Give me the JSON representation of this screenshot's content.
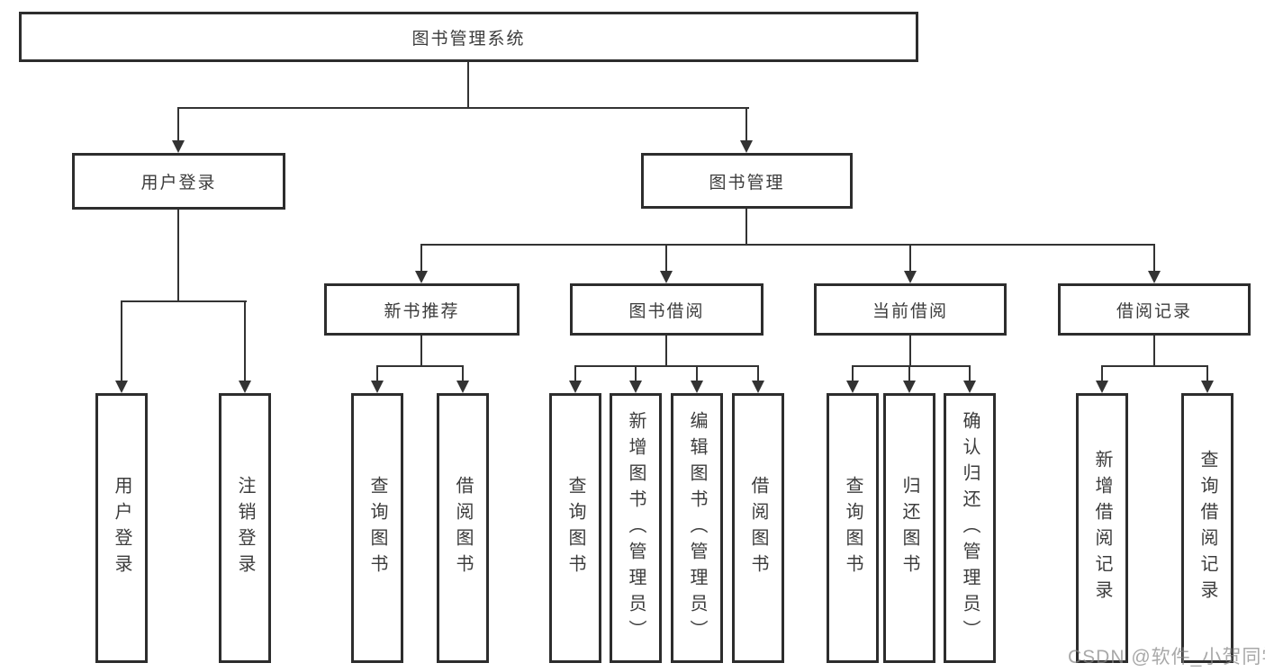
{
  "title_node": "图书管理系统",
  "level2": {
    "user_login": "用户登录",
    "book_management": "图书管理"
  },
  "level3": {
    "new_book_recommend": "新书推荐",
    "book_borrowing": "图书借阅",
    "current_borrowing": "当前借阅",
    "borrowing_records": "借阅记录"
  },
  "leaves": {
    "user_login": "用户登录",
    "logout": "注销登录",
    "recommend_query_books": "查询图书",
    "recommend_borrow_books": "借阅图书",
    "borrow_query_books": "查询图书",
    "borrow_add_books": "新增图书（管理员）",
    "borrow_edit_books": "编辑图书（管理员）",
    "borrow_borrow_books": "借阅图书",
    "current_query_books": "查询图书",
    "current_return_books": "归还图书",
    "current_confirm_return": "确认归还（管理员）",
    "record_add": "新增借阅记录",
    "record_query": "查询借阅记录"
  },
  "watermark": "CSDN @软件_小贺同学",
  "colors": {
    "line": "#333333",
    "box_border": "#2d2d2d",
    "text": "#3c3c3c",
    "watermark": "#878787"
  }
}
